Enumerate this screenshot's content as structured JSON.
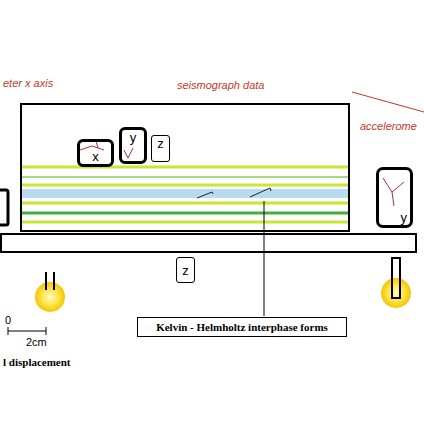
{
  "diagram": {
    "nodes": [
      {
        "text": [
          "seismograph data"
        ]
      },
      {
        "text": [
          "x"
        ],
        "in": 0
      },
      {
        "text": [
          "y"
        ],
        "in": 0
      },
      {
        "text": [
          "z"
        ],
        "in": 0
      },
      {
        "text": [
          "y"
        ]
      },
      {
        "text": [
          "z"
        ]
      },
      {
        "text": [
          "Kelvin - Helmholtz interphase forms"
        ]
      }
    ],
    "labels": [
      "eter x axis",
      "accelerome",
      "0",
      "2cm",
      "l displacement"
    ]
  }
}
